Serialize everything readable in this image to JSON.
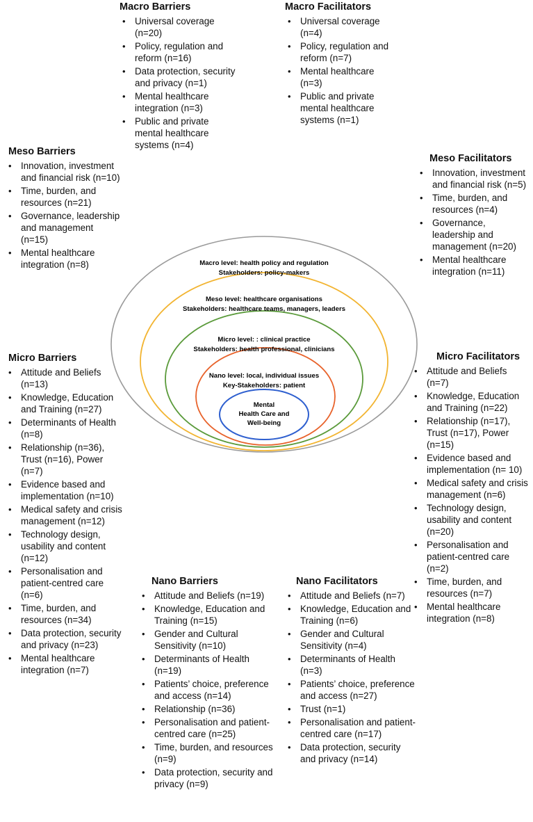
{
  "macro_barriers": {
    "title": "Macro Barriers",
    "items": [
      "Universal coverage (n=20)",
      "Policy, regulation and reform (n=16)",
      "Data protection, security and privacy (n=1)",
      "Mental healthcare integration (n=3)",
      "Public and private mental healthcare systems (n=4)"
    ]
  },
  "macro_facilitators": {
    "title": "Macro Facilitators",
    "items": [
      "Universal coverage (n=4)",
      "Policy, regulation and reform (n=7)",
      "Mental healthcare (n=3)",
      "Public and private mental healthcare systems (n=1)"
    ]
  },
  "meso_barriers": {
    "title": "Meso Barriers",
    "items": [
      "Innovation, investment and financial risk (n=10)",
      "Time, burden, and resources (n=21)",
      "Governance, leadership and management (n=15)",
      "Mental healthcare integration (n=8)"
    ]
  },
  "meso_facilitators": {
    "title": "Meso Facilitators",
    "items": [
      "Innovation, investment and financial risk (n=5)",
      "Time, burden, and resources (n=4)",
      "Governance, leadership and management (n=20)",
      "Mental healthcare integration (n=11)"
    ]
  },
  "micro_barriers": {
    "title": "Micro Barriers",
    "items": [
      "Attitude and Beliefs (n=13)",
      "Knowledge, Education and Training (n=27)",
      "Determinants of Health (n=8)",
      "Relationship (n=36), Trust (n=16), Power (n=7)",
      "Evidence based and implementation (n=10)",
      "Medical safety and crisis management (n=12)",
      "Technology design, usability and content (n=12)",
      "Personalisation and patient-centred care (n=6)",
      "Time, burden, and resources (n=34)",
      "Data protection, security and privacy (n=23)",
      "Mental healthcare integration (n=7)"
    ]
  },
  "micro_facilitators": {
    "title": "Micro Facilitators",
    "items": [
      "Attitude and Beliefs (n=7)",
      "Knowledge, Education and Training (n=22)",
      "Relationship (n=17), Trust (n=17), Power (n=15)",
      "Evidence based and implementation (n= 10)",
      "Medical safety and crisis management (n=6)",
      "Technology design, usability and content (n=20)",
      "Personalisation and patient-centred care (n=2)",
      "Time, burden, and resources (n=7)",
      "Mental healthcare integration (n=8)"
    ]
  },
  "nano_barriers": {
    "title": "Nano Barriers",
    "items": [
      "Attitude and Beliefs (n=19)",
      "Knowledge, Education and Training (n=15)",
      "Gender and Cultural Sensitivity (n=10)",
      "Determinants of Health (n=19)",
      "Patients’ choice, preference and access (n=14)",
      "Relationship (n=36)",
      "Personalisation and patient-centred care (n=25)",
      "Time, burden, and resources (n=9)",
      "Data protection, security and privacy (n=9)"
    ]
  },
  "nano_facilitators": {
    "title": "Nano Facilitators",
    "items": [
      "Attitude and Beliefs (n=7)",
      "Knowledge, Education and Training (n=6)",
      "Gender and Cultural Sensitivity (n=4)",
      "Determinants of Health (n=3)",
      "Patients’ choice, preference and access (n=27)",
      "Trust (n=1)",
      "Personalisation and patient-centred care (n=17)",
      "Data protection, security and privacy (n=14)"
    ]
  },
  "rings": {
    "macro_line1": "Macro level: health policy and regulation",
    "macro_line2": "Stakeholders: policy-makers",
    "meso_line1": "Meso level: healthcare organisations",
    "meso_line2": "Stakeholders: healthcare teams, managers, leaders",
    "micro_line1": "Micro level: : clinical practice",
    "micro_line2": "Stakeholders: health professional, clinicians",
    "nano_line1": "Nano level: local, individual issues",
    "nano_line2": "Key-Stakeholders: patient",
    "core_line1": "Mental",
    "core_line2": "Health Care and",
    "core_line3": "Well-being",
    "colors": {
      "macro": "#9a9a9a",
      "meso": "#f2b431",
      "micro": "#5a9a3a",
      "nano": "#e8622a",
      "core": "#2e5fcf"
    }
  }
}
